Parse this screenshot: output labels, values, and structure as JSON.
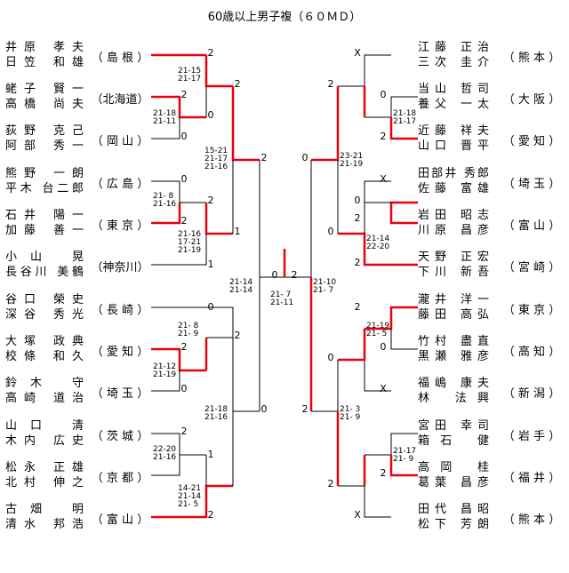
{
  "title": "60歳以上男子複（６０ＭＤ）",
  "left_entries": [
    {
      "player1": "井原 孝夫",
      "player2": "日笠 和雄",
      "pref": "（ 島 根 ）",
      "result": "2"
    },
    {
      "player1": "蛯子 賢一",
      "player2": "高橋 尚夫",
      "pref": "（北海道）",
      "result": "2"
    },
    {
      "player1": "荻野 克己",
      "player2": "阿部 秀一",
      "pref": "（ 岡 山 ）",
      "result": "0"
    },
    {
      "player1": "熊野 一朗",
      "player2": "平木 台二郎",
      "pref": "（ 広 島 ）",
      "result": "0"
    },
    {
      "player1": "石井 陽一",
      "player2": "加藤 善一",
      "pref": "（ 東 京 ）",
      "result": "2"
    },
    {
      "player1": "小山 晃",
      "player2": "長谷川 美鶴",
      "pref": "（神奈川）",
      "result": "1"
    },
    {
      "player1": "谷口 榮史",
      "player2": "深谷 秀光",
      "pref": "（ 長 崎 ）",
      "result": "0"
    },
    {
      "player1": "大塚 政典",
      "player2": "校條 和久",
      "pref": "（ 愛 知 ）",
      "result": "2"
    },
    {
      "player1": "鈴木 守",
      "player2": "高崎 道治",
      "pref": "（ 埼 玉 ）",
      "result": "0"
    },
    {
      "player1": "山口 清",
      "player2": "木内 広史",
      "pref": "（ 茨 城 ）",
      "result": "2"
    },
    {
      "player1": "松永 正雄",
      "player2": "北村 伸之",
      "pref": "（ 京 都 ）",
      "result": "1"
    },
    {
      "player1": "古畑 明",
      "player2": "清水 邦浩",
      "pref": "（ 富 山 ）",
      "result": "2"
    }
  ],
  "right_entries": [
    {
      "player1": "江藤 正治",
      "player2": "三次 圭介",
      "pref": "（ 熊 本 ）",
      "result": "X"
    },
    {
      "player1": "当山 哲司",
      "player2": "養父 一太",
      "pref": "（ 大 阪 ）",
      "result": "0"
    },
    {
      "player1": "近藤 祥夫",
      "player2": "山口 晋平",
      "pref": "（ 愛 知 ）",
      "result": "2"
    },
    {
      "player1": "田部井 秀郎",
      "player2": "佐藤 富雄",
      "pref": "（ 埼 玉 ）",
      "result": "X"
    },
    {
      "player1": "岩田 昭志",
      "player2": "川原 昌彦",
      "pref": "（ 富 山 ）",
      "result": "0"
    },
    {
      "player1": "天野 正宏",
      "player2": "下川 新吾",
      "pref": "（ 宮 崎 ）",
      "result": "2"
    },
    {
      "player1": "瀧井 洋一",
      "player2": "藤田 高弘",
      "pref": "（ 東 京 ）",
      "result": "2"
    },
    {
      "player1": "竹村 盡直",
      "player2": "黒瀬 雅彦",
      "pref": "（ 高 知 ）",
      "result": "0"
    },
    {
      "player1": "福嶋 康夫",
      "player2": "林 法興",
      "pref": "（ 新 潟 ）",
      "result": "X"
    },
    {
      "player1": "宮田 幸司",
      "player2": "箱石 健",
      "pref": "（ 岩 手 ）",
      "result": ""
    },
    {
      "player1": "高岡 桂",
      "player2": "葛葉 昌彦",
      "pref": "（ 福 井 ）",
      "result": "2"
    },
    {
      "player1": "田代 昌昭",
      "player2": "松下 芳朗",
      "pref": "（ 熊 本 ）",
      "result": "X"
    }
  ],
  "round_results": {
    "L_r1a_top": "2",
    "L_r1a_bot": "0",
    "L_r2a_top": "2",
    "L_r2a_bot": "2",
    "L_r1b_top": "2",
    "L_r1b_bot": "0",
    "L_r2b_top": "2",
    "L_r2b_bot": "1",
    "L_r2c_top": "2",
    "L_r2c_bot": "1",
    "L_semi_top": "2",
    "L_semi_bot": "0",
    "L_final": "0",
    "R_final": "2",
    "R_semi_top": "0",
    "R_semi_bot": "2",
    "R_r2a_top": "2",
    "R_r2a_bot": "0",
    "R_r2b_top": "0",
    "R_r2b_bot": "2",
    "R_r2c_top": "2",
    "R_r2c_bot": "0",
    "R_r2d_top": "2",
    "R_r2d_bot": "2"
  },
  "scores": [
    {
      "key": "L1",
      "lines": [
        "21-15",
        "21-17"
      ]
    },
    {
      "key": "L2",
      "lines": [
        "21-18",
        "21-11"
      ]
    },
    {
      "key": "L3",
      "lines": [
        "15-21",
        "21-17",
        "21-16"
      ]
    },
    {
      "key": "L4",
      "lines": [
        "21- 8",
        "21-16"
      ]
    },
    {
      "key": "L5",
      "lines": [
        "21-16",
        "17-21",
        "21-19"
      ]
    },
    {
      "key": "L6",
      "lines": [
        "21-14",
        "21-14"
      ]
    },
    {
      "key": "L7",
      "lines": [
        "21- 8",
        "21- 9"
      ]
    },
    {
      "key": "L8",
      "lines": [
        "21-12",
        "21-19"
      ]
    },
    {
      "key": "L9",
      "lines": [
        "21-18",
        "21-16"
      ]
    },
    {
      "key": "L10",
      "lines": [
        "22-20",
        "21-16"
      ]
    },
    {
      "key": "L11",
      "lines": [
        "14-21",
        "21-14",
        "21- 5"
      ]
    },
    {
      "key": "F",
      "lines": [
        "21- 7",
        "21-11"
      ]
    },
    {
      "key": "R1",
      "lines": [
        "21-10",
        "21- 7"
      ]
    },
    {
      "key": "R2",
      "lines": [
        "23-21",
        "21-19"
      ]
    },
    {
      "key": "R3",
      "lines": [
        "21-18",
        "21-17"
      ]
    },
    {
      "key": "R4",
      "lines": [
        "21-14",
        "22-20"
      ]
    },
    {
      "key": "R5",
      "lines": [
        "21-19",
        "21- 5"
      ]
    },
    {
      "key": "R6",
      "lines": [
        "21- 3",
        "21- 9"
      ]
    },
    {
      "key": "R7",
      "lines": [
        "21-17",
        "21- 9"
      ]
    }
  ],
  "colors": {
    "winner_line": "#e8000f",
    "line": "#000000"
  }
}
